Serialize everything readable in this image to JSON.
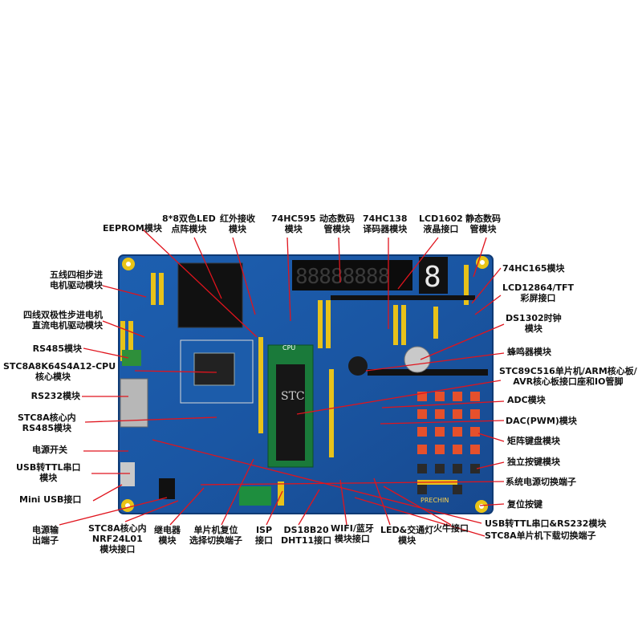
{
  "board": {
    "brand": "PRECHIN",
    "cpu_marking": "STC",
    "cpu_tag": "CPU",
    "seg_left": "88888888",
    "seg_right": "8"
  },
  "labels_top": [
    {
      "id": "eeprom",
      "lines": [
        "EEPROM模块"
      ]
    },
    {
      "id": "led-matrix",
      "lines": [
        "8*8双色LED",
        "点阵模块"
      ]
    },
    {
      "id": "ir",
      "lines": [
        "红外接收",
        "模块"
      ]
    },
    {
      "id": "hc595",
      "lines": [
        "74HC595",
        "模块"
      ]
    },
    {
      "id": "seg",
      "lines": [
        "动态数码",
        "管模块"
      ]
    },
    {
      "id": "hc138",
      "lines": [
        "74HC138",
        "译码器模块"
      ]
    },
    {
      "id": "lcd1602",
      "lines": [
        "LCD1602",
        "液晶接口"
      ]
    },
    {
      "id": "static-seg",
      "lines": [
        "静态数码",
        "管模块"
      ]
    }
  ],
  "labels_left": [
    {
      "id": "step5",
      "lines": [
        "五线四相步进",
        "电机驱动模块"
      ]
    },
    {
      "id": "step4",
      "lines": [
        "四线双极性步进电机",
        "直流电机驱动模块"
      ]
    },
    {
      "id": "rs485",
      "lines": [
        "RS485模块"
      ]
    },
    {
      "id": "stc8a-core",
      "lines": [
        "STC8A8K64S4A12-CPU",
        "核心模块"
      ]
    },
    {
      "id": "rs232",
      "lines": [
        "RS232模块"
      ]
    },
    {
      "id": "stc8a-rs485",
      "lines": [
        "STC8A核心内",
        "RS485模块"
      ]
    },
    {
      "id": "power-switch",
      "lines": [
        "电源开关"
      ]
    },
    {
      "id": "usb-ttl",
      "lines": [
        "USB转TTL串口",
        "模块"
      ]
    },
    {
      "id": "mini-usb",
      "lines": [
        "Mini USB接口"
      ]
    }
  ],
  "labels_right": [
    {
      "id": "hc165",
      "lines": [
        "74HC165模块"
      ]
    },
    {
      "id": "lcd12864",
      "lines": [
        "LCD12864/TFT",
        "彩屏接口"
      ]
    },
    {
      "id": "ds1302",
      "lines": [
        "DS1302时钟",
        "模块"
      ]
    },
    {
      "id": "buzzer",
      "lines": [
        "蜂鸣器模块"
      ]
    },
    {
      "id": "core-socket",
      "lines": [
        "STC89C516单片机/ARM核心板/",
        "AVR核心板接口座和IO管脚"
      ]
    },
    {
      "id": "adc",
      "lines": [
        "ADC模块"
      ]
    },
    {
      "id": "dac",
      "lines": [
        "DAC(PWM)模块"
      ]
    },
    {
      "id": "matrix-key",
      "lines": [
        "矩阵键盘模块"
      ]
    },
    {
      "id": "indep-key",
      "lines": [
        "独立按键模块"
      ]
    },
    {
      "id": "pwr-select",
      "lines": [
        "系统电源切换端子"
      ]
    },
    {
      "id": "reset",
      "lines": [
        "复位按键"
      ]
    },
    {
      "id": "usb-rs232",
      "lines": [
        "USB转TTL串口&RS232模块"
      ]
    },
    {
      "id": "stc8a-dl",
      "lines": [
        "STC8A单片机下载切换端子"
      ]
    }
  ],
  "labels_bottom": [
    {
      "id": "pwr-out",
      "lines": [
        "电源输",
        "出端子"
      ]
    },
    {
      "id": "nrf",
      "lines": [
        "STC8A核心内",
        "NRF24L01",
        "模块接口"
      ]
    },
    {
      "id": "relay",
      "lines": [
        "继电器",
        "模块"
      ]
    },
    {
      "id": "mcu-reset",
      "lines": [
        "单片机复位",
        "选择切换端子"
      ]
    },
    {
      "id": "isp",
      "lines": [
        "ISP",
        "接口"
      ]
    },
    {
      "id": "ds18b20",
      "lines": [
        "DS18B20",
        "DHT11接口"
      ]
    },
    {
      "id": "wifi",
      "lines": [
        "WIFI/蓝牙",
        "模块接口"
      ]
    },
    {
      "id": "traffic",
      "lines": [
        "LED&交通灯",
        "模块"
      ]
    },
    {
      "id": "fire",
      "lines": [
        "火牛接口"
      ]
    }
  ]
}
